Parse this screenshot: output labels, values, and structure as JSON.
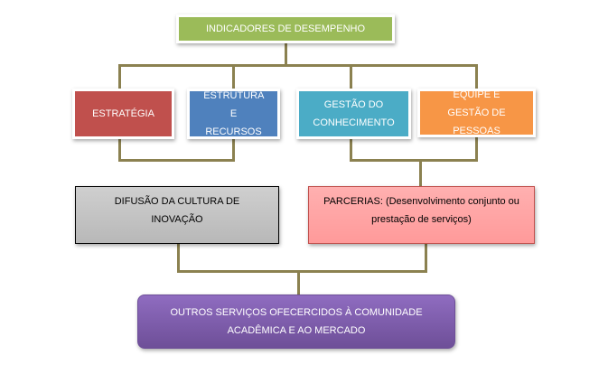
{
  "colors": {
    "connector": "#8b8150",
    "top": "#9bbb59",
    "estrategia": "#c0504d",
    "estrutura": "#4f81bd",
    "gestao": "#4bacc6",
    "equipe": "#f79646",
    "difusao": "#bfbfbf",
    "parcerias": "#ff9f9f",
    "outros": "#8064a2"
  },
  "top": {
    "label": "INDICADORES  DE DESEMPENHO"
  },
  "row2": [
    {
      "label": "ESTRATÉGIA"
    },
    {
      "label": "ESTRUTURA E RECURSOS"
    },
    {
      "label": "GESTÃO  DO CONHECIMENTO"
    },
    {
      "label": "EQUIPE  E GESTÃO DE PESSOAS"
    }
  ],
  "row3": [
    {
      "label": "DIFUSÃO  DA CULTURA  DE INOVAÇÃO"
    },
    {
      "label": "PARCERIAS: (Desenvolvimento  conjunto ou prestação  de serviços)"
    }
  ],
  "bottom": {
    "label": "OUTROS  SERVIÇOS  OFECERCIDOS  À COMUNIDADE ACADÊMICA  E AO MERCADO"
  }
}
